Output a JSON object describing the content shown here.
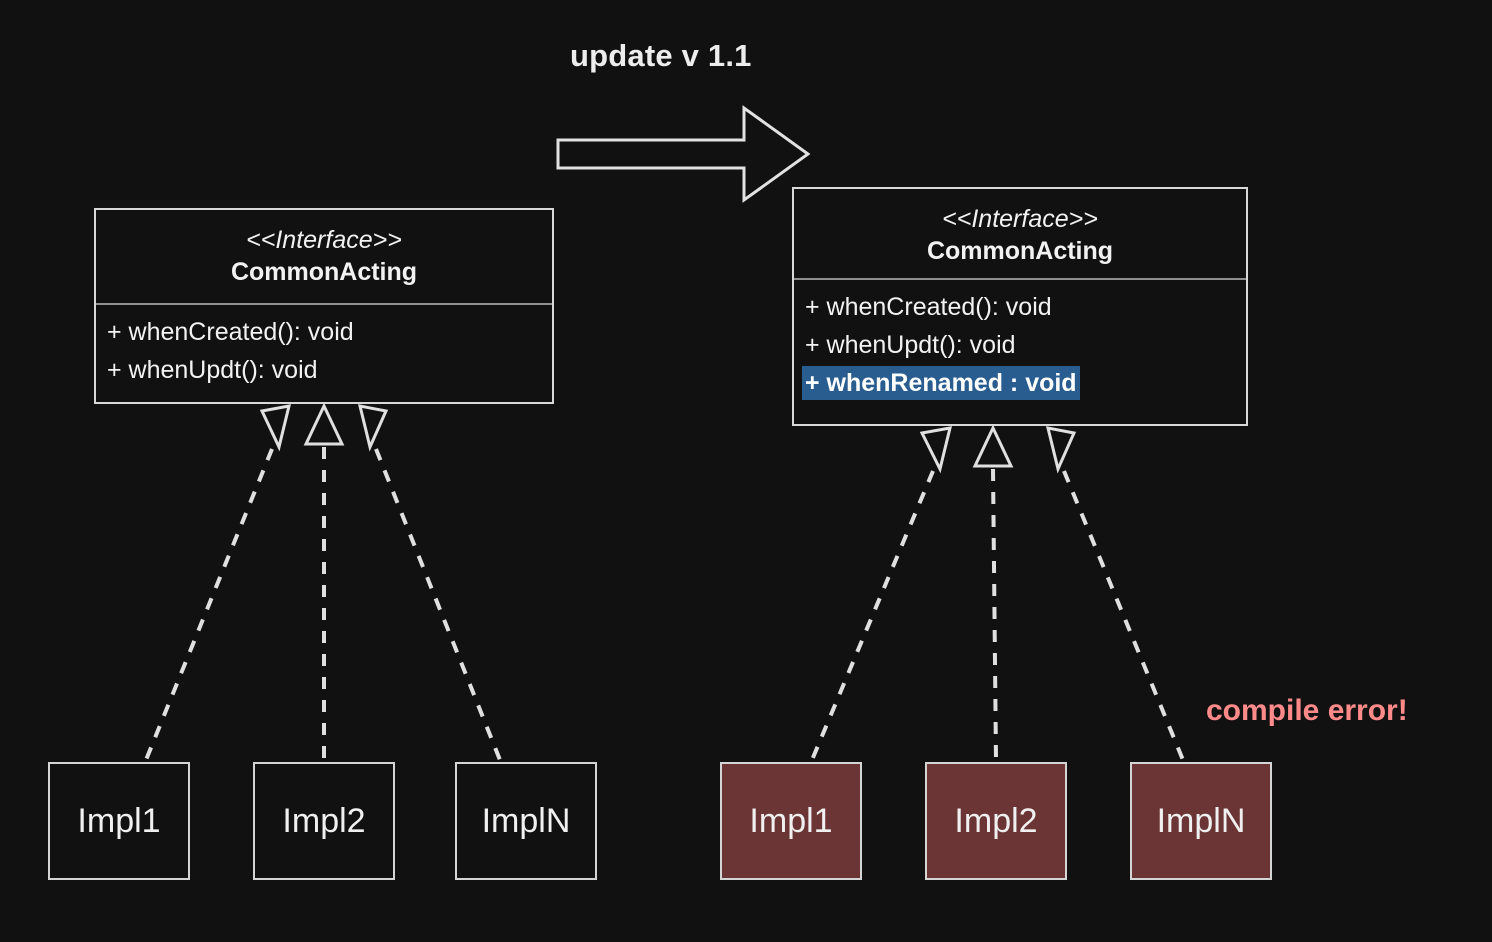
{
  "diagram": {
    "title": "update v 1.1",
    "background_color": "#111111",
    "stroke_color": "#d8d8d8",
    "text_color": "#f2f2f2",
    "highlight_color": "#2a5d8f",
    "error_fill_color": "#6b3535",
    "error_text_color": "#ff8a8a"
  },
  "arrow": {
    "label": "update v 1.1",
    "direction": "right",
    "style": "outlined-block-arrow"
  },
  "interfaces": [
    {
      "id": "before",
      "stereotype": "<<Interface>>",
      "name": "CommonActing",
      "members": [
        {
          "text": "+ whenCreated(): void",
          "highlighted": false
        },
        {
          "text": "+ whenUpdt(): void",
          "highlighted": false
        }
      ]
    },
    {
      "id": "after",
      "stereotype": "<<Interface>>",
      "name": "CommonActing",
      "members": [
        {
          "text": "+ whenCreated(): void",
          "highlighted": false
        },
        {
          "text": "+ whenUpdt(): void",
          "highlighted": false
        },
        {
          "text": "+ whenRenamed : void",
          "highlighted": true
        }
      ]
    }
  ],
  "implementations": {
    "before": [
      {
        "label": "Impl1",
        "state": "ok"
      },
      {
        "label": "Impl2",
        "state": "ok"
      },
      {
        "label": "ImplN",
        "state": "ok"
      }
    ],
    "after": [
      {
        "label": "Impl1",
        "state": "error"
      },
      {
        "label": "Impl2",
        "state": "error"
      },
      {
        "label": "ImplN",
        "state": "error"
      }
    ]
  },
  "annotations": {
    "compile_error": "compile error!"
  }
}
